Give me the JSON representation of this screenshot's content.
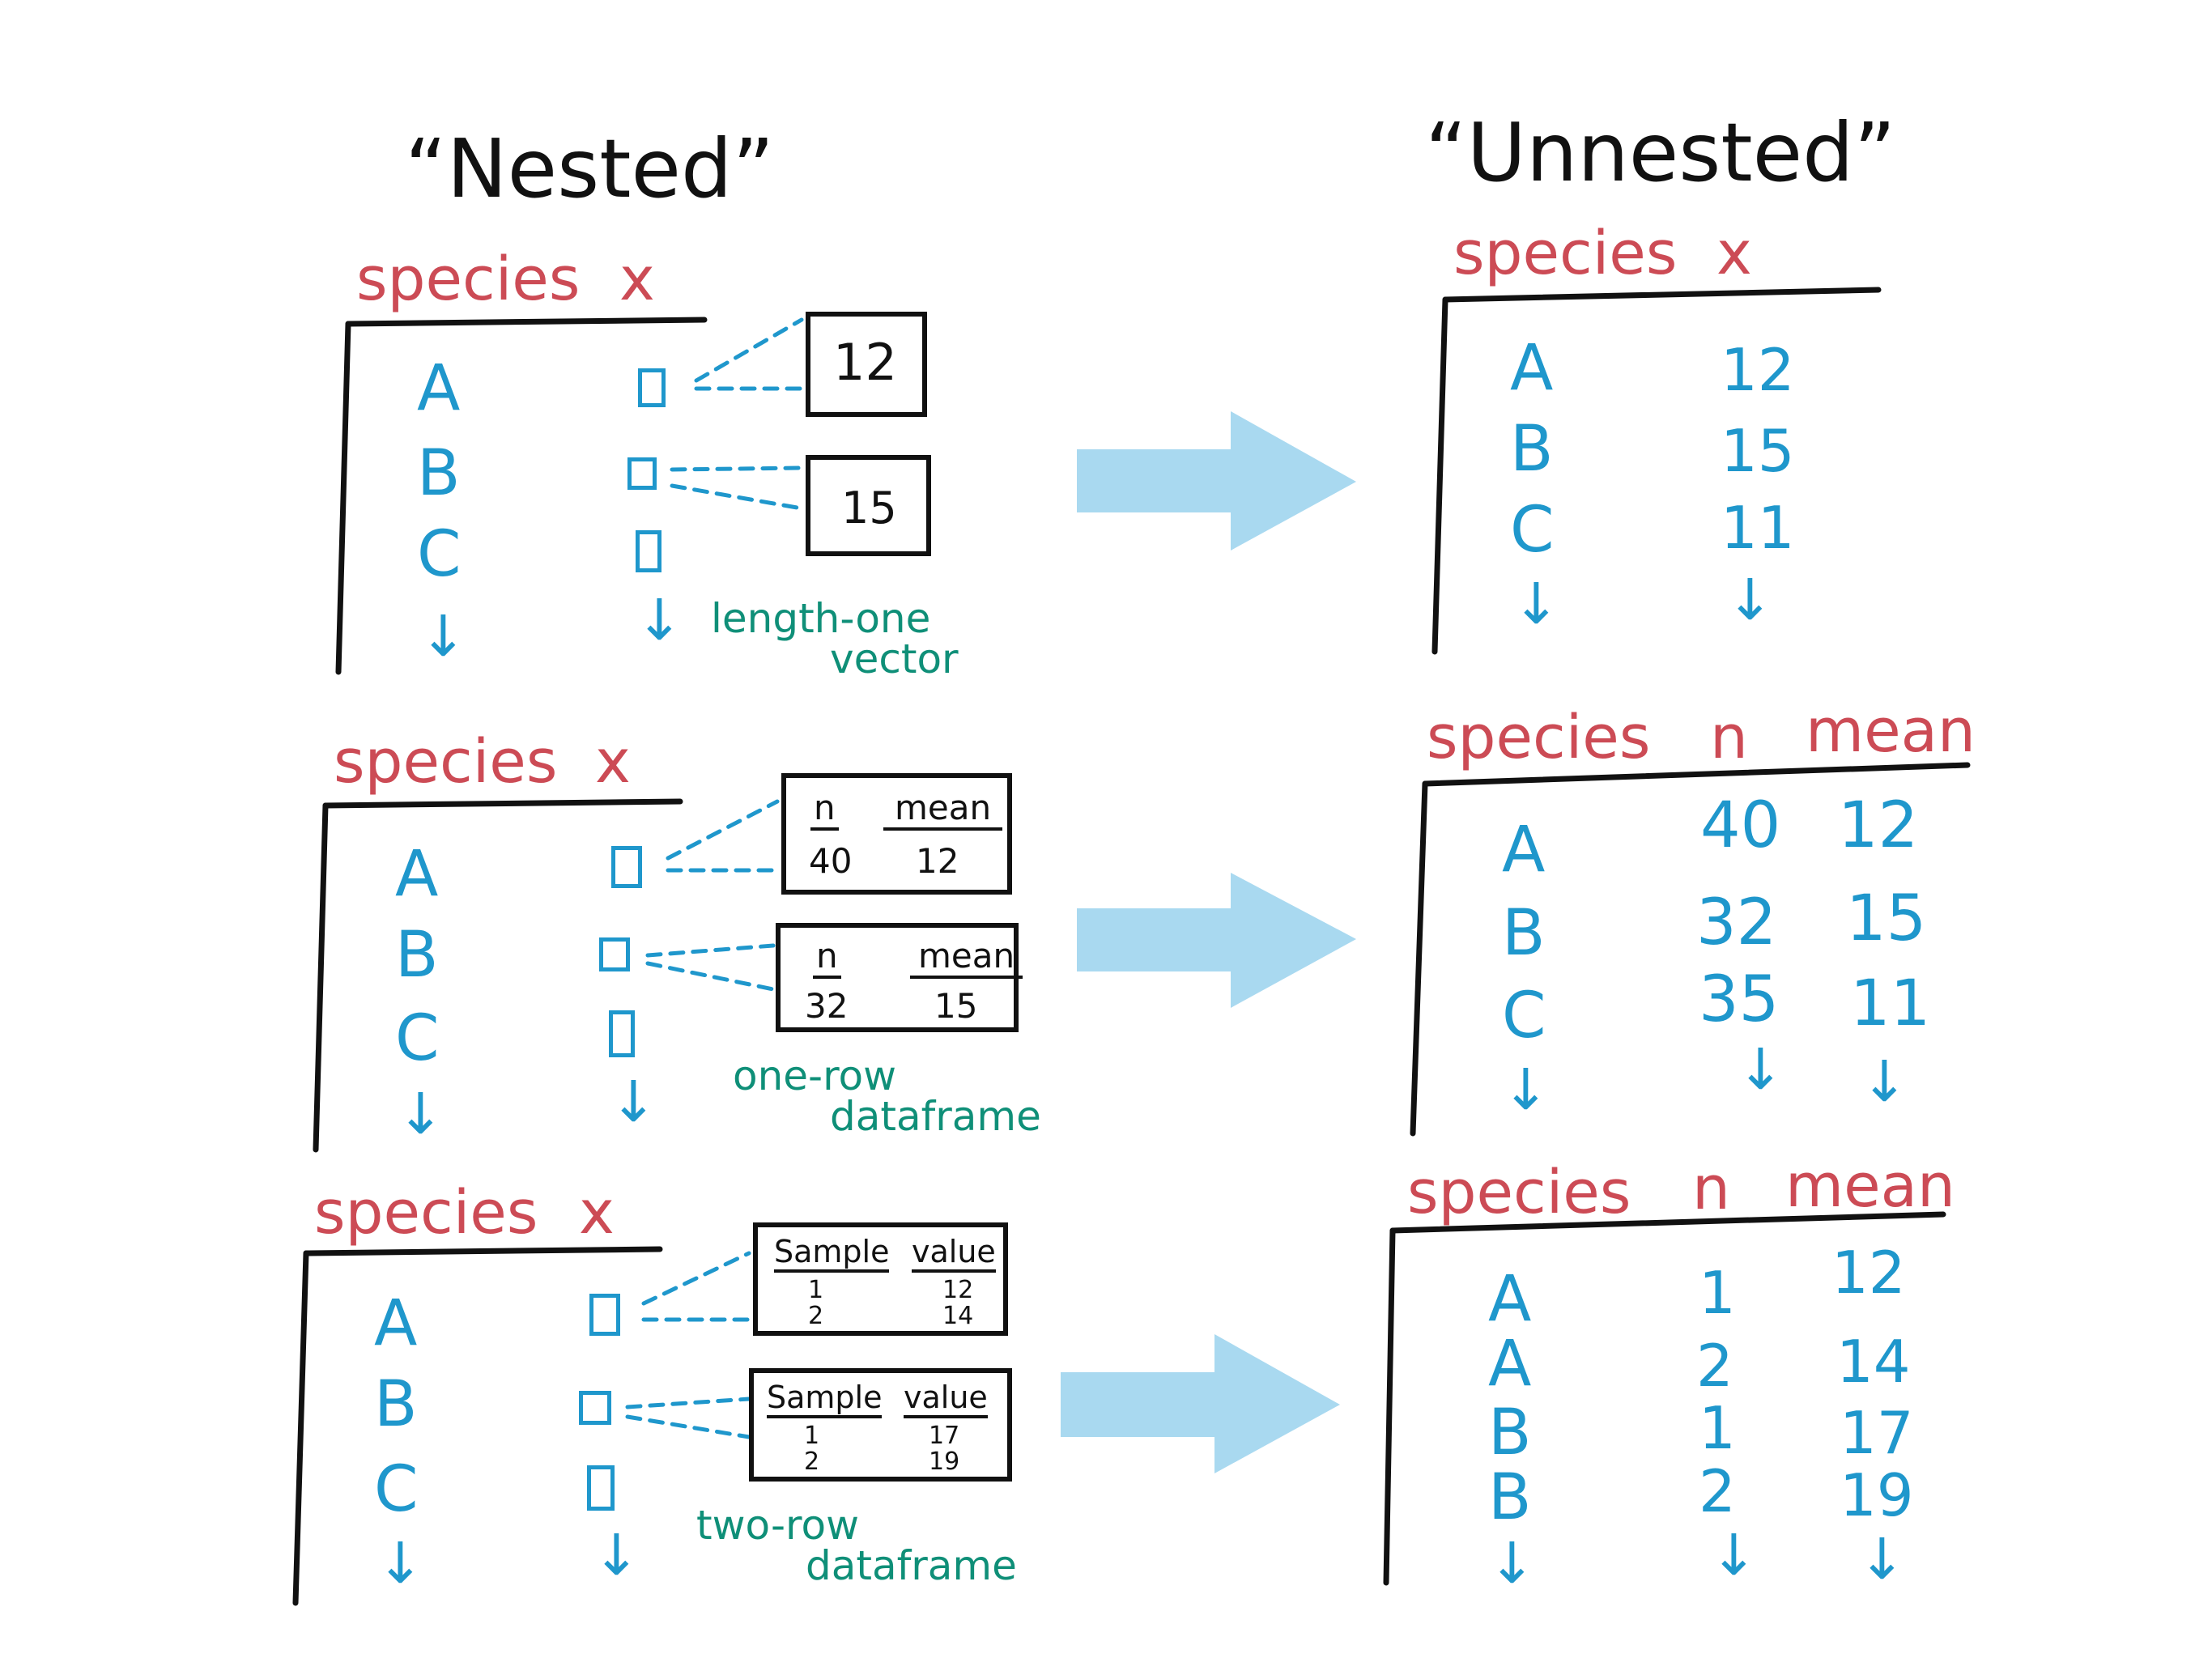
{
  "titles": {
    "nested": "“Nested”",
    "unnested": "“Unnested”"
  },
  "nested": [
    {
      "headers": [
        "species",
        "x"
      ],
      "rows": [
        "A",
        "B",
        "C",
        "↓"
      ],
      "x_arrow": "↓",
      "nested_boxes": [
        {
          "type": "value",
          "value": "12"
        },
        {
          "type": "value",
          "value": "15"
        }
      ],
      "note": [
        "length-one",
        "vector"
      ]
    },
    {
      "headers": [
        "species",
        "x"
      ],
      "rows": [
        "A",
        "B",
        "C",
        "↓"
      ],
      "x_arrow": "↓",
      "nested_boxes": [
        {
          "type": "table",
          "cols": [
            "n",
            "mean"
          ],
          "rows": [
            [
              "40",
              "12"
            ]
          ]
        },
        {
          "type": "table",
          "cols": [
            "n",
            "mean"
          ],
          "rows": [
            [
              "32",
              "15"
            ]
          ]
        }
      ],
      "note": [
        "one-row",
        "dataframe"
      ]
    },
    {
      "headers": [
        "species",
        "x"
      ],
      "rows": [
        "A",
        "B",
        "C",
        "↓"
      ],
      "x_arrow": "↓",
      "nested_boxes": [
        {
          "type": "table",
          "cols": [
            "Sample",
            "value"
          ],
          "rows": [
            [
              "1",
              "12"
            ],
            [
              "2",
              "14"
            ]
          ]
        },
        {
          "type": "table",
          "cols": [
            "Sample",
            "value"
          ],
          "rows": [
            [
              "1",
              "17"
            ],
            [
              "2",
              "19"
            ]
          ]
        }
      ],
      "note": [
        "two-row",
        "dataframe"
      ]
    }
  ],
  "unnested": [
    {
      "headers": [
        "species",
        "x"
      ],
      "rows": [
        [
          "A",
          "12"
        ],
        [
          "B",
          "15"
        ],
        [
          "C",
          "11"
        ],
        [
          "↓",
          "↓"
        ]
      ]
    },
    {
      "headers": [
        "species",
        "n",
        "mean"
      ],
      "rows": [
        [
          "A",
          "40",
          "12"
        ],
        [
          "B",
          "32",
          "15"
        ],
        [
          "C",
          "35",
          "11"
        ],
        [
          "↓",
          "↓",
          "↓"
        ]
      ]
    },
    {
      "headers": [
        "species",
        "n",
        "mean"
      ],
      "rows": [
        [
          "A",
          "1",
          "12"
        ],
        [
          "A",
          "2",
          "14"
        ],
        [
          "B",
          "1",
          "17"
        ],
        [
          "B",
          "2",
          "19"
        ],
        [
          "↓",
          "↓",
          "↓"
        ]
      ]
    }
  ],
  "colors": {
    "header": "#cc4b55",
    "cell": "#1f97cc",
    "note": "#0f8f78",
    "arrow": "#a9d9f0",
    "ink": "#111111"
  }
}
